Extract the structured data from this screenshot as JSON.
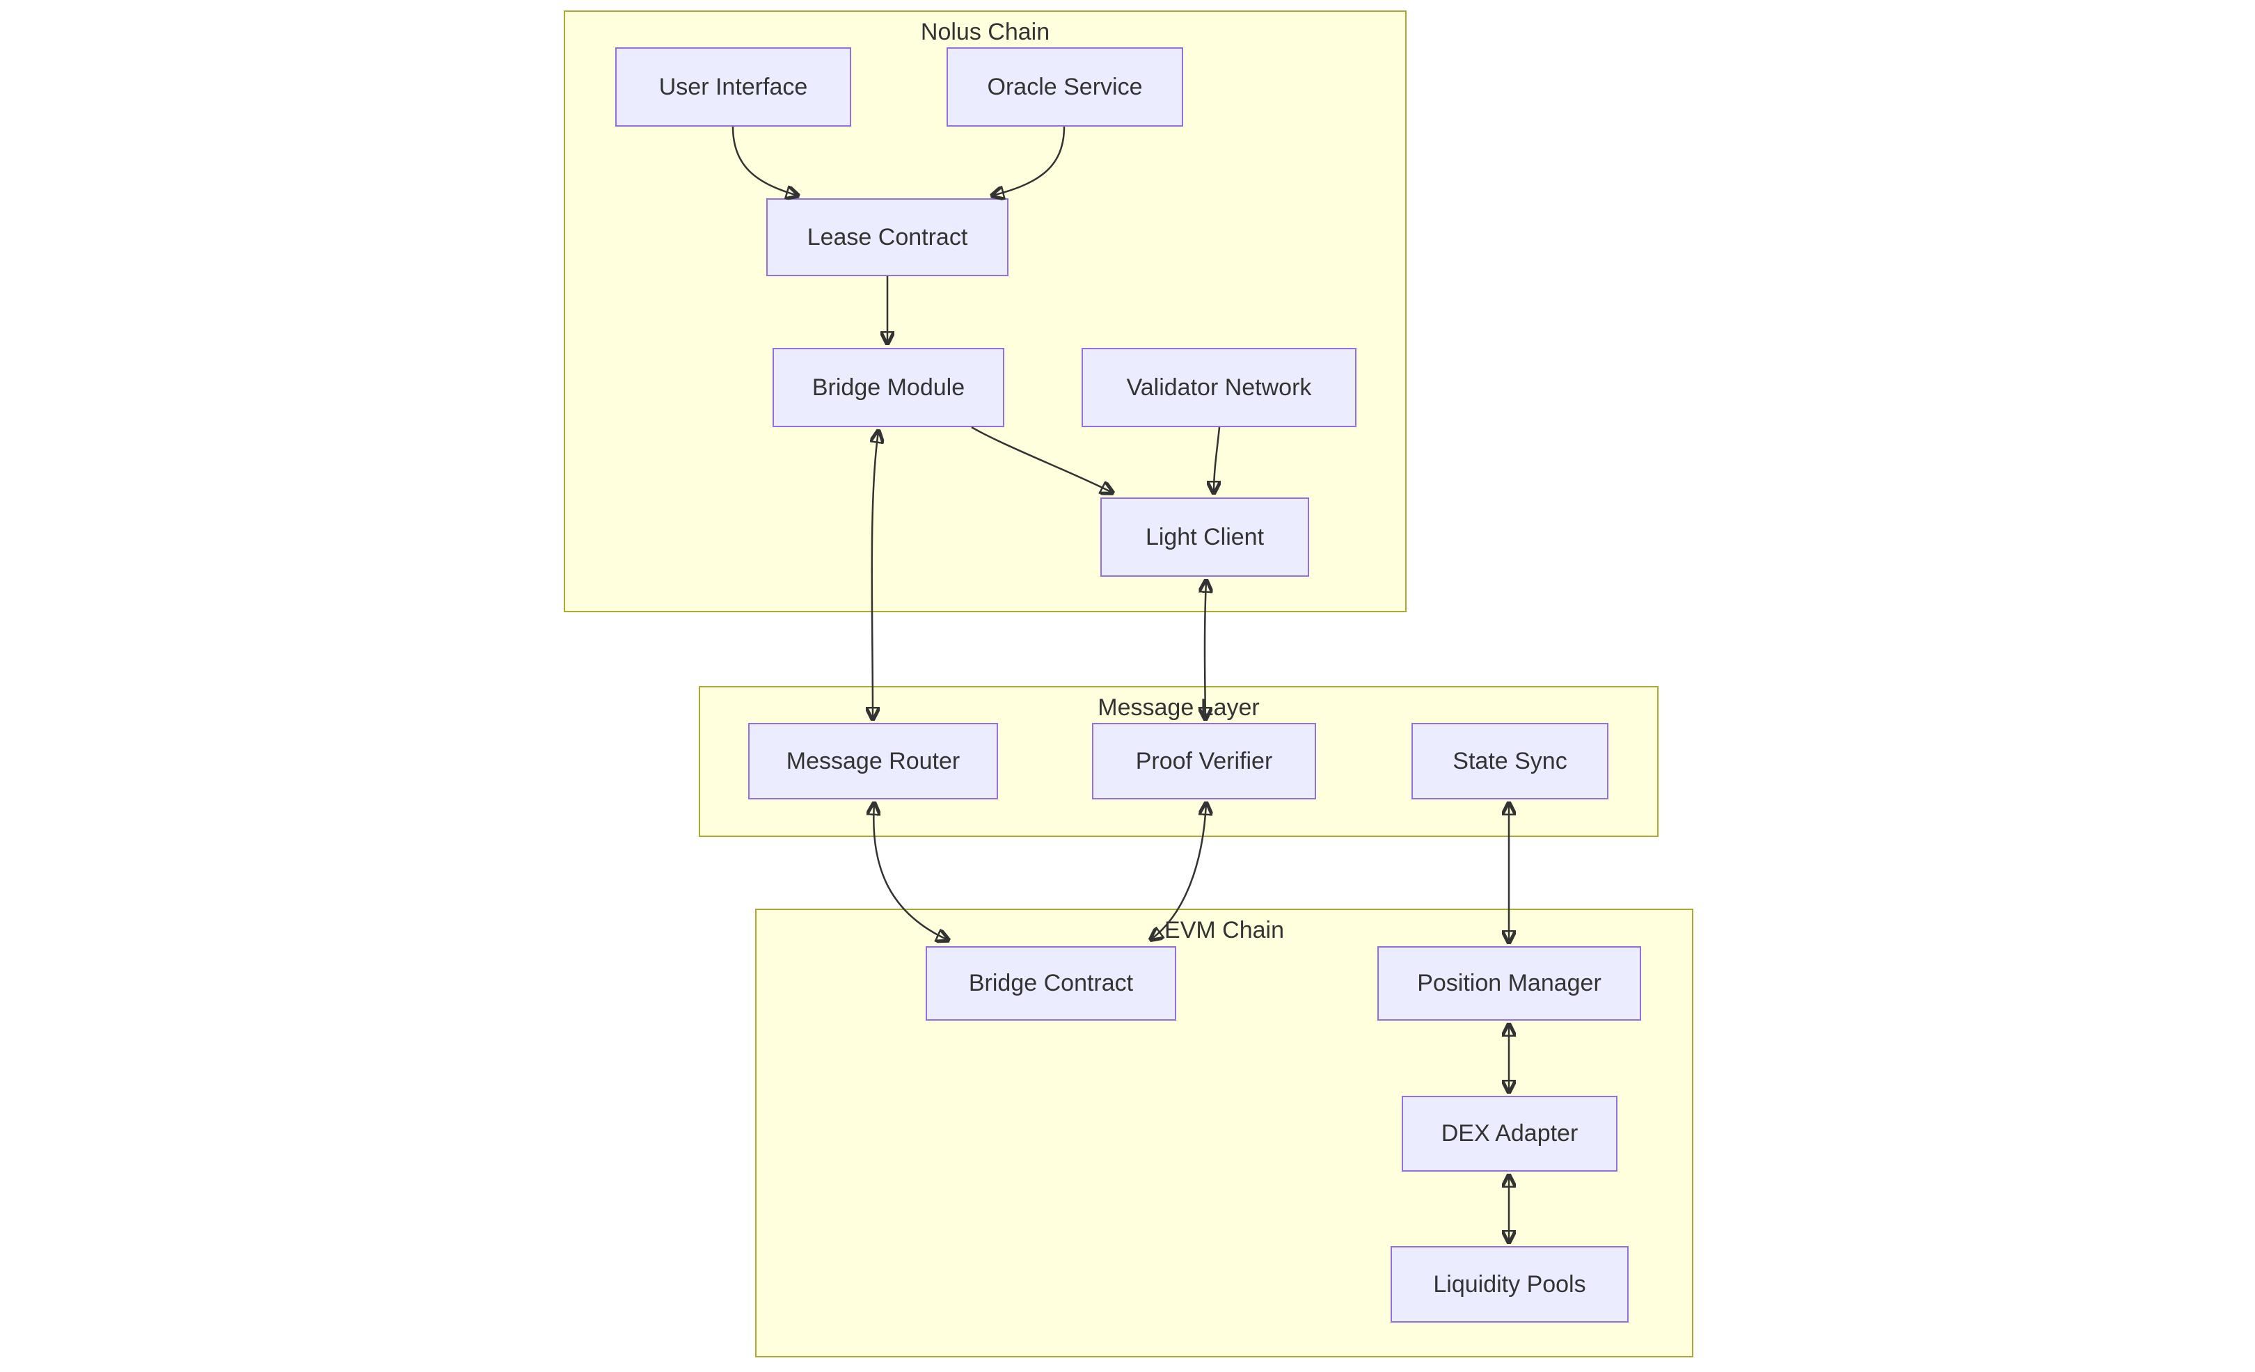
{
  "diagram": {
    "type": "flowchart",
    "clusters": {
      "nolus_chain": {
        "label": "Nolus Chain"
      },
      "message_layer": {
        "label": "Message Layer"
      },
      "evm_chain": {
        "label": "EVM Chain"
      }
    },
    "nodes": {
      "user_interface": {
        "label": "User Interface",
        "cluster": "nolus_chain"
      },
      "oracle_service": {
        "label": "Oracle Service",
        "cluster": "nolus_chain"
      },
      "lease_contract": {
        "label": "Lease Contract",
        "cluster": "nolus_chain"
      },
      "bridge_module": {
        "label": "Bridge Module",
        "cluster": "nolus_chain"
      },
      "validator_network": {
        "label": "Validator Network",
        "cluster": "nolus_chain"
      },
      "light_client": {
        "label": "Light Client",
        "cluster": "nolus_chain"
      },
      "message_router": {
        "label": "Message Router",
        "cluster": "message_layer"
      },
      "proof_verifier": {
        "label": "Proof Verifier",
        "cluster": "message_layer"
      },
      "state_sync": {
        "label": "State Sync",
        "cluster": "message_layer"
      },
      "bridge_contract": {
        "label": "Bridge Contract",
        "cluster": "evm_chain"
      },
      "position_manager": {
        "label": "Position Manager",
        "cluster": "evm_chain"
      },
      "dex_adapter": {
        "label": "DEX Adapter",
        "cluster": "evm_chain"
      },
      "liquidity_pools": {
        "label": "Liquidity Pools",
        "cluster": "evm_chain"
      }
    },
    "edges": [
      {
        "from": "user_interface",
        "to": "lease_contract",
        "bidirectional": false
      },
      {
        "from": "oracle_service",
        "to": "lease_contract",
        "bidirectional": false
      },
      {
        "from": "lease_contract",
        "to": "bridge_module",
        "bidirectional": false
      },
      {
        "from": "bridge_module",
        "to": "message_router",
        "bidirectional": true
      },
      {
        "from": "bridge_module",
        "to": "light_client",
        "bidirectional": false
      },
      {
        "from": "validator_network",
        "to": "light_client",
        "bidirectional": false
      },
      {
        "from": "light_client",
        "to": "proof_verifier",
        "bidirectional": true
      },
      {
        "from": "message_router",
        "to": "bridge_contract",
        "bidirectional": true
      },
      {
        "from": "proof_verifier",
        "to": "bridge_contract",
        "bidirectional": true
      },
      {
        "from": "state_sync",
        "to": "position_manager",
        "bidirectional": true
      },
      {
        "from": "position_manager",
        "to": "dex_adapter",
        "bidirectional": true
      },
      {
        "from": "dex_adapter",
        "to": "liquidity_pools",
        "bidirectional": true
      }
    ],
    "colors": {
      "cluster_fill": "#ffffde",
      "cluster_border": "#aaaa33",
      "node_fill": "#ececff",
      "node_border": "#9370db",
      "edge": "#333333",
      "text": "#333333"
    }
  }
}
